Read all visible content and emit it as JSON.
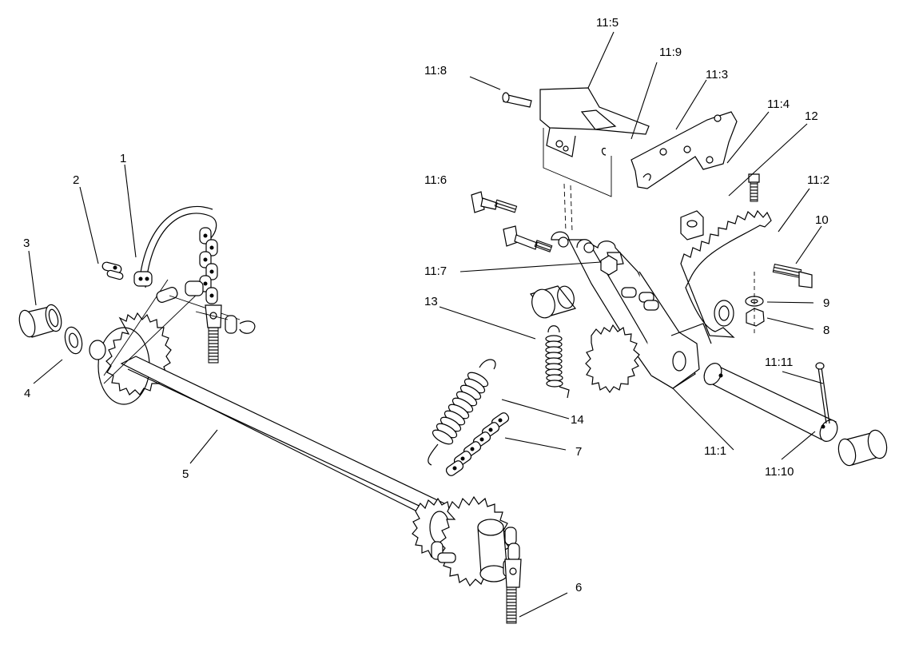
{
  "callouts": [
    {
      "id": "c1",
      "label": "1"
    },
    {
      "id": "c2",
      "label": "2"
    },
    {
      "id": "c3",
      "label": "3"
    },
    {
      "id": "c4",
      "label": "4"
    },
    {
      "id": "c5",
      "label": "5"
    },
    {
      "id": "c6",
      "label": "6"
    },
    {
      "id": "c7",
      "label": "7"
    },
    {
      "id": "c8",
      "label": "8"
    },
    {
      "id": "c9",
      "label": "9"
    },
    {
      "id": "c10",
      "label": "10"
    },
    {
      "id": "c11_1",
      "label": "11:1"
    },
    {
      "id": "c11_2",
      "label": "11:2"
    },
    {
      "id": "c11_3",
      "label": "11:3"
    },
    {
      "id": "c11_4",
      "label": "11:4"
    },
    {
      "id": "c11_5",
      "label": "11:5"
    },
    {
      "id": "c11_6",
      "label": "11:6"
    },
    {
      "id": "c11_7",
      "label": "11:7"
    },
    {
      "id": "c11_8",
      "label": "11:8"
    },
    {
      "id": "c11_9",
      "label": "11:9"
    },
    {
      "id": "c11_10",
      "label": "11:10"
    },
    {
      "id": "c11_11",
      "label": "11:11"
    },
    {
      "id": "c12",
      "label": "12"
    },
    {
      "id": "c13",
      "label": "13"
    },
    {
      "id": "c14",
      "label": "14"
    }
  ]
}
